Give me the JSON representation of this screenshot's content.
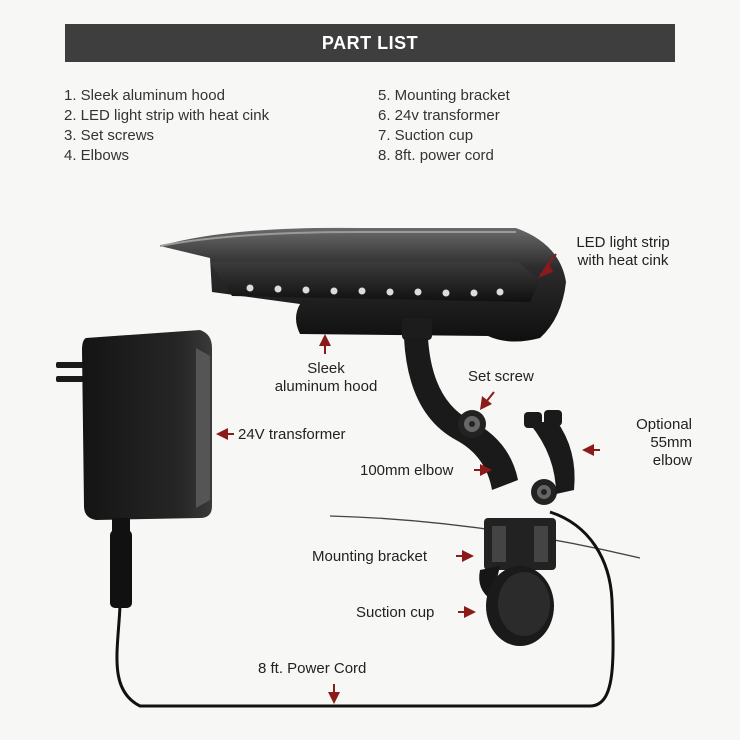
{
  "header": {
    "title": "PART LIST"
  },
  "parts_left": [
    {
      "label": "1. Sleek aluminum hood"
    },
    {
      "label": "2. LED light strip with heat cink"
    },
    {
      "label": "3. Set screws"
    },
    {
      "label": "4. Elbows"
    }
  ],
  "parts_right": [
    {
      "label": "5. Mounting bracket"
    },
    {
      "label": "6. 24v transformer"
    },
    {
      "label": "7. Suction cup"
    },
    {
      "label": "8. 8ft. power cord"
    }
  ],
  "callouts": {
    "led_strip": "LED light strip\nwith heat cink",
    "hood": "Sleek\naluminum hood",
    "transformer": "24V transformer",
    "set_screw": "Set screw",
    "optional_elbow": "Optional\n55mm\nelbow",
    "elbow_100": "100mm elbow",
    "mounting_bracket": "Mounting bracket",
    "suction_cup": "Suction cup",
    "power_cord": "8 ft. Power Cord"
  },
  "colors": {
    "header_bg": "#3e3e3e",
    "arrow": "#8b1a1a",
    "device": "#1a1a1a"
  }
}
